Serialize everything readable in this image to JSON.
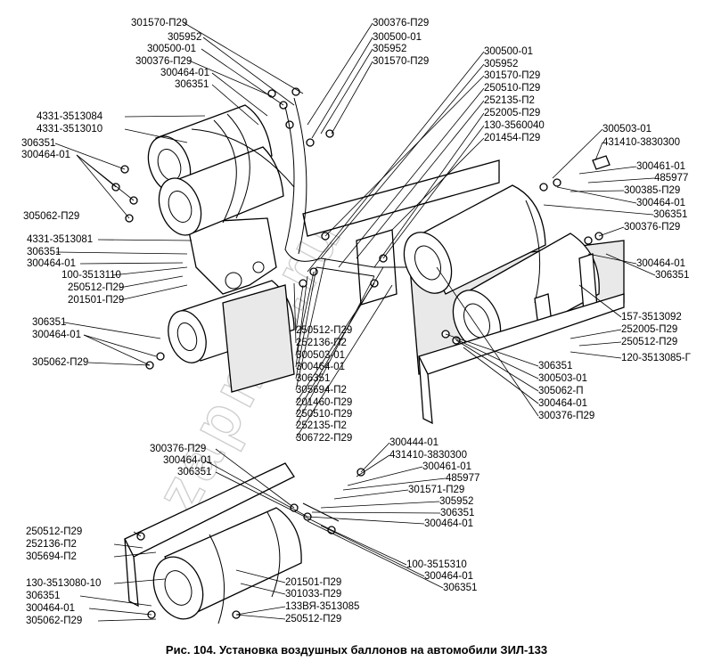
{
  "caption": "Рис. 104. Установка воздушных баллонов на автомобили ЗИЛ-133",
  "watermark": "zapnet.ru",
  "labels": {
    "tl_01": "301570-П29",
    "tl_02": "305952",
    "tl_03": "300500-01",
    "tl_04": "300376-П29",
    "tl_05": "300464-01",
    "tl_06": "306351",
    "tc_01": "300376-П29",
    "tc_02": "300500-01",
    "tc_03": "305952",
    "tc_04": "301570-П29",
    "l_01": "4331-3513084",
    "l_02": "4331-3513010",
    "l_03": "306351",
    "l_04": "300464-01",
    "l_05": "305062-П29",
    "l_06": "4331-3513081",
    "l_07": "306351",
    "l_08": "300464-01",
    "l_09": "100-3513110",
    "l_10": "250512-П29",
    "l_11": "201501-П29",
    "l_12": "306351",
    "l_13": "300464-01",
    "l_14": "305062-П29",
    "mr_01": "300500-01",
    "mr_02": "305952",
    "mr_03": "301570-П29",
    "mr_04": "250510-П29",
    "mr_05": "252135-П2",
    "mr_06": "252005-П29",
    "mr_07": "130-3560040",
    "mr_08": "201454-П29",
    "r_01": "300503-01",
    "r_02": "431410-3830300",
    "r_03": "300461-01",
    "r_04": "485977",
    "r_05": "300385-П29",
    "r_06": "300464-01",
    "r_07": "306351",
    "r_08": "300376-П29",
    "r_09": "300464-01",
    "r_10": "306351",
    "r_11": "157-3513092",
    "r_12": "252005-П29",
    "r_13": "250512-П29",
    "r_14": "120-3513085-Г",
    "c_01": "250512-П29",
    "c_02": "252136-П2",
    "c_03": "300503-01",
    "c_04": "300464-01",
    "c_05": "306351",
    "c_06": "305694-П2",
    "c_07": "201460-П29",
    "c_08": "250510-П29",
    "c_09": "252135-П2",
    "c_10": "306722-П29",
    "cr_01": "306351",
    "cr_02": "300503-01",
    "cr_03": "305062-П",
    "cr_04": "300464-01",
    "cr_05": "300376-П29",
    "bl_01": "300376-П29",
    "bl_02": "300464-01",
    "bl_03": "306351",
    "bl_04": "250512-П29",
    "bl_05": "252136-П2",
    "bl_06": "305694-П2",
    "bl_07": "130-3513080-10",
    "bl_08": "306351",
    "bl_09": "300464-01",
    "bl_10": "305062-П29",
    "br_01": "300444-01",
    "br_02": "431410-3830300",
    "br_03": "300461-01",
    "br_04": "485977",
    "br_05": "301571-П29",
    "br_06": "305952",
    "br_07": "306351",
    "br_08": "300464-01",
    "br_09": "100-3515310",
    "br_10": "300464-01",
    "br_11": "306351",
    "bb_01": "201501-П29",
    "bb_02": "301033-П29",
    "bb_03": "133ВЯ-3513085",
    "bb_04": "250512-П29"
  }
}
